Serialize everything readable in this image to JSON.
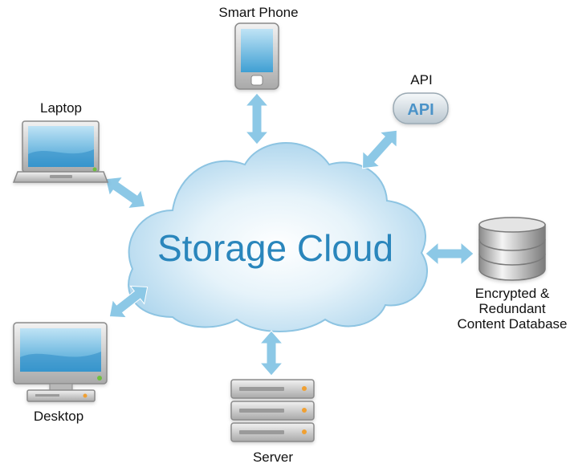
{
  "cloud": {
    "label": "Storage Cloud"
  },
  "nodes": {
    "smart_phone": {
      "label": "Smart Phone",
      "icon": "smartphone-icon"
    },
    "api": {
      "label": "API",
      "badge_text": "API",
      "icon": "api-badge-icon"
    },
    "laptop": {
      "label": "Laptop",
      "icon": "laptop-icon"
    },
    "database": {
      "label_lines": [
        "Encrypted &",
        "Redundant",
        "Content Database"
      ],
      "icon": "database-icon"
    },
    "desktop": {
      "label": "Desktop",
      "icon": "desktop-icon"
    },
    "server": {
      "label": "Server",
      "icon": "server-icon"
    }
  },
  "colors": {
    "arrow": "#8cc8e6",
    "cloud_text": "#2a86bc",
    "cloud_edge": "#8dc4e2"
  }
}
